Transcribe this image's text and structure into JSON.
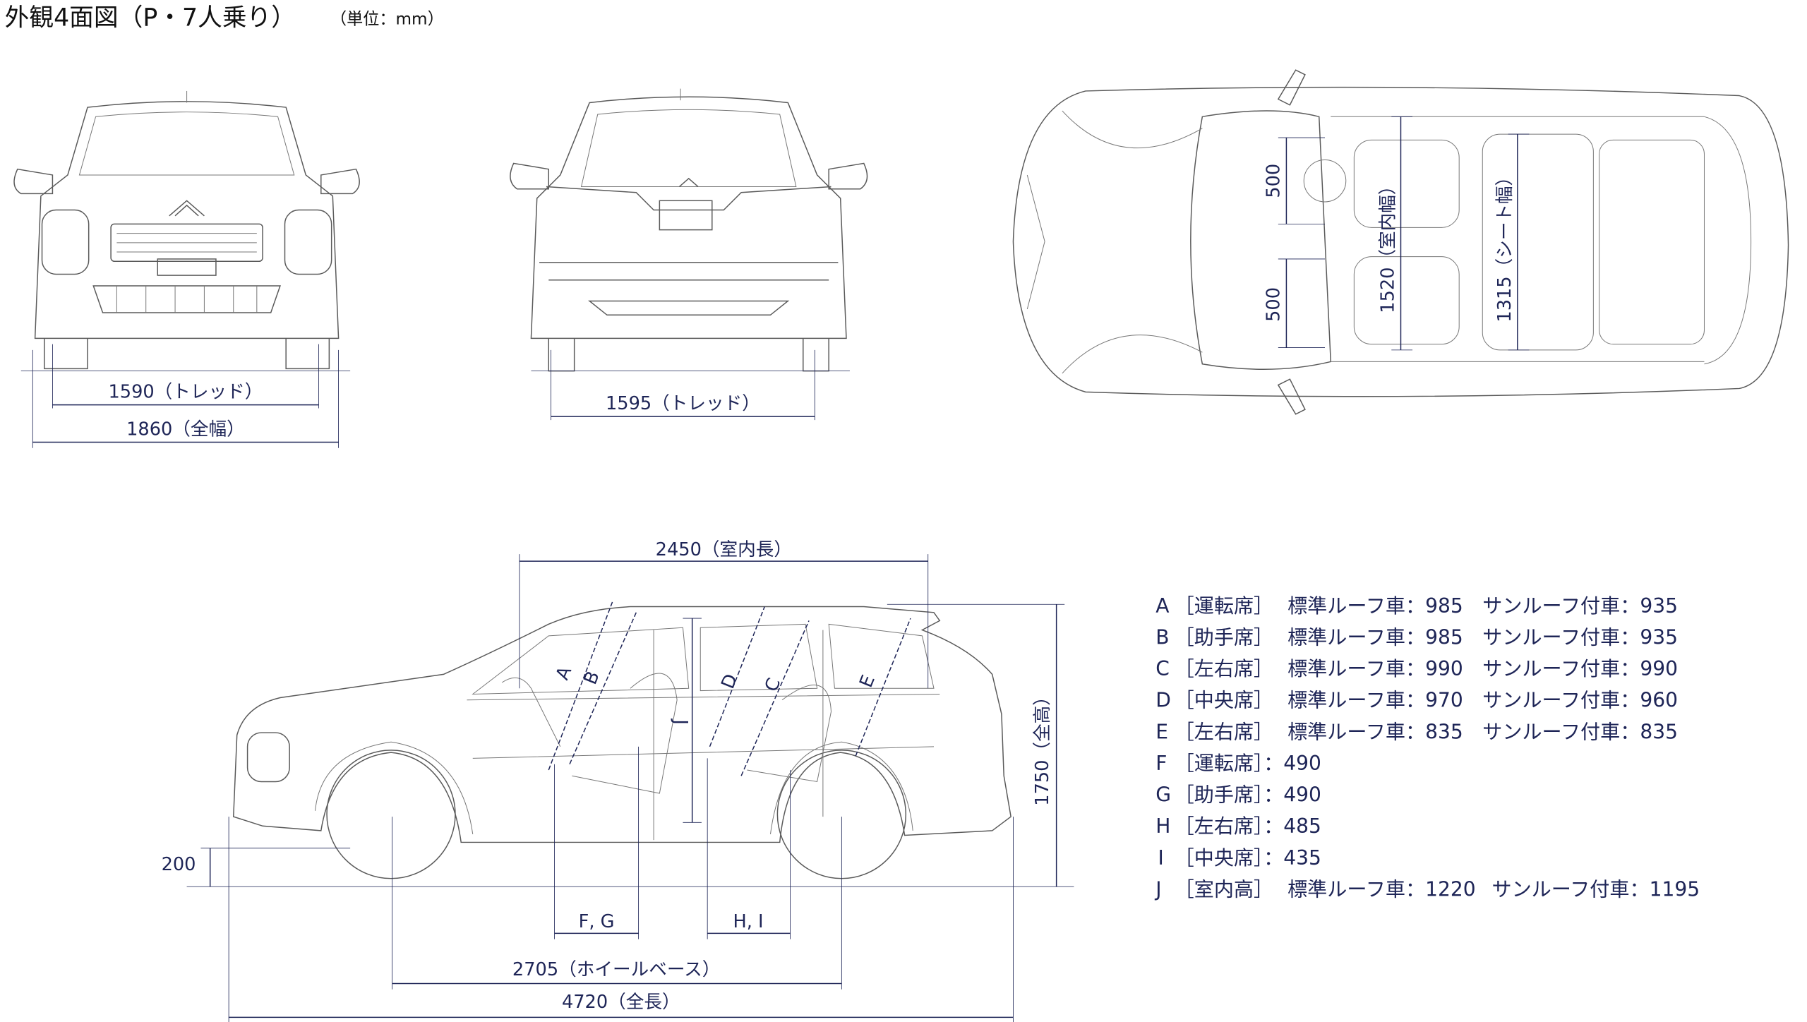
{
  "title": "外観4面図（P・7人乗り）",
  "unit": "（単位：mm）",
  "front_view": {
    "tread": "1590（トレッド）",
    "width": "1860（全幅）"
  },
  "rear_view": {
    "tread": "1595（トレッド）"
  },
  "top_view": {
    "seat_a": "500",
    "seat_b": "500",
    "interior_width": "1520（室内幅）",
    "seat_width": "1315（シート幅）"
  },
  "side_view": {
    "interior_length": "2450（室内長）",
    "height": "1750（全高）",
    "ground_clearance": "200",
    "fg": "F, G",
    "hi": "H, I",
    "wheelbase": "2705（ホイールベース）",
    "length": "4720（全長）",
    "markers": [
      "A",
      "B",
      "C",
      "D",
      "E",
      "J"
    ]
  },
  "legend": [
    {
      "letter": "A",
      "seat": "［運転席］",
      "standard": "標準ルーフ車：985",
      "sunroof": "サンルーフ付車：935"
    },
    {
      "letter": "B",
      "seat": "［助手席］",
      "standard": "標準ルーフ車：985",
      "sunroof": "サンルーフ付車：935"
    },
    {
      "letter": "C",
      "seat": "［左右席］",
      "standard": "標準ルーフ車：990",
      "sunroof": "サンルーフ付車：990"
    },
    {
      "letter": "D",
      "seat": "［中央席］",
      "standard": "標準ルーフ車：970",
      "sunroof": "サンルーフ付車：960"
    },
    {
      "letter": "E",
      "seat": "［左右席］",
      "standard": "標準ルーフ車：835",
      "sunroof": "サンルーフ付車：835"
    },
    {
      "letter": "F",
      "seat": "［運転席］：490"
    },
    {
      "letter": "G",
      "seat": "［助手席］：490"
    },
    {
      "letter": "H",
      "seat": "［左右席］：485"
    },
    {
      "letter": "I",
      "seat": "［中央席］：435"
    },
    {
      "letter": "J",
      "seat": "［室内高］",
      "standard": "標準ルーフ車：1220",
      "sunroof": "サンルーフ付車：1195"
    }
  ]
}
